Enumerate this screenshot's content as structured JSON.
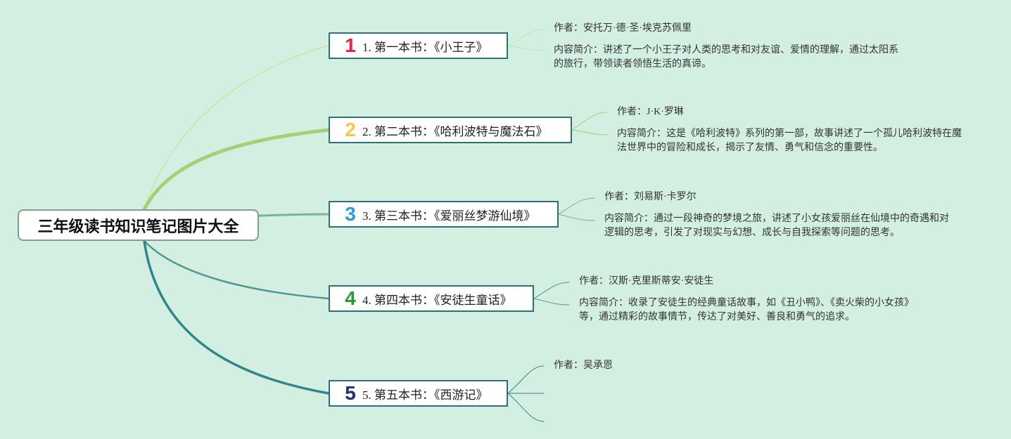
{
  "root": {
    "title": "三年级读书知识笔记图片大全"
  },
  "books": [
    {
      "icon": "1",
      "icon_color": "#e02340",
      "label": "1. 第一本书：《小王子》",
      "author": "作者：安托万·德·圣·埃克苏佩里",
      "summary_lines": [
        "内容简介：讲述了一个小王子对人类的思考和对友谊、爱情的理解，通过太阳系",
        "的旅行，带领读者领悟生活的真谛。"
      ]
    },
    {
      "icon": "2",
      "icon_color": "#f2c94a",
      "label": "2. 第二本书：《哈利波特与魔法石》",
      "author": "作者：J·K·罗琳",
      "summary_lines": [
        "内容简介：这是《哈利波特》系列的第一部，故事讲述了一个孤儿哈利波特在魔",
        "法世界中的冒险和成长，揭示了友情、勇气和信念的重要性。"
      ]
    },
    {
      "icon": "3",
      "icon_color": "#2f9bd6",
      "label": "3. 第三本书：《爱丽丝梦游仙境》",
      "author": "作者：刘易斯·卡罗尔",
      "summary_lines": [
        "内容简介：通过一段神奇的梦境之旅，讲述了小女孩爱丽丝在仙境中的奇遇和对",
        "逻辑的思考，引发了对现实与幻想、成长与自我探索等问题的思考。"
      ]
    },
    {
      "icon": "4",
      "icon_color": "#2a9a35",
      "label": "4. 第四本书：《安徒生童话》",
      "author": "作者：汉斯·克里斯蒂安·安徒生",
      "summary_lines": [
        "内容简介：收录了安徒生的经典童话故事，如《丑小鸭》、《卖火柴的小女孩》",
        "等，通过精彩的故事情节，传达了对美好、善良和勇气的追求。"
      ]
    },
    {
      "icon": "5",
      "icon_color": "#1f2f7a",
      "label": "5. 第五本书：《西游记》",
      "author": "作者：吴承恩",
      "summary_lines": []
    }
  ],
  "colors": {
    "background": "#d3efe1",
    "branch1": "#c6e7a2",
    "branch2": "#a7cf78",
    "branch3": "#7ab58f",
    "branch4": "#4d9a90",
    "branch5": "#2f868b",
    "subline1": "#c6e7a2",
    "subline2": "#a7cf78",
    "subline3": "#7ab58f",
    "subline4": "#4d9a90",
    "subline5": "#2f868b"
  }
}
